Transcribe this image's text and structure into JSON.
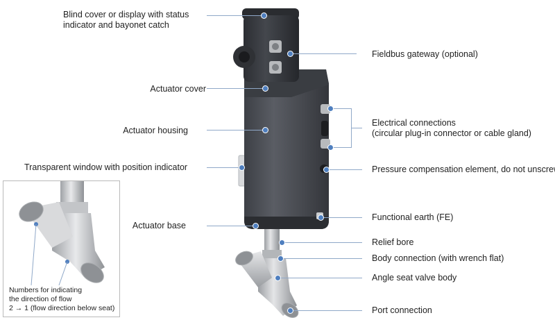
{
  "labels": {
    "blind_cover": [
      "Blind cover or display with status",
      "indicator and bayonet catch"
    ],
    "actuator_cover": "Actuator cover",
    "actuator_housing": "Actuator housing",
    "transparent_window": "Transparent window with position indicator",
    "actuator_base": "Actuator base",
    "fieldbus_gateway": "Fieldbus gateway (optional)",
    "electrical_connections": [
      "Electrical connections",
      "(circular plug-in connector or cable gland)"
    ],
    "pressure_compensation": "Pressure compensation element, do not unscrew",
    "functional_earth": "Functional earth (FE)",
    "relief_bore": "Relief bore",
    "body_connection": "Body connection (with wrench flat)",
    "angle_seat_valve_body": "Angle seat valve body",
    "port_connection": "Port connection"
  },
  "inset": {
    "caption": [
      "Numbers for indicating",
      "the direction of flow",
      "2 → 1 (flow direction below seat)"
    ]
  },
  "colors": {
    "leader_line": "#8fa8c8",
    "leader_dot": "#4f7fbf",
    "actuator_body": "#4b4e55",
    "valve_steel": "#c9cbcd"
  }
}
